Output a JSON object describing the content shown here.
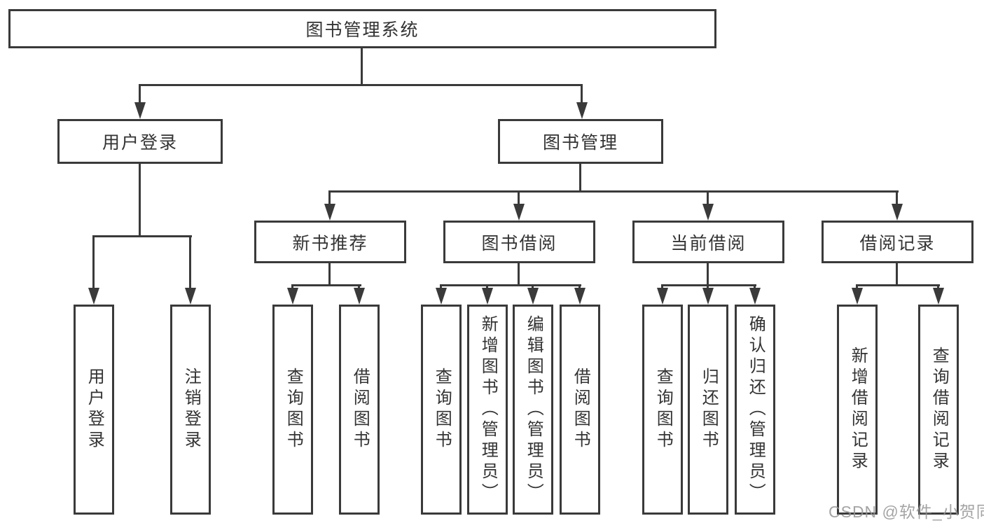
{
  "tree": {
    "root": "图书管理系统",
    "branches": [
      {
        "label": "用户登录",
        "children": [
          "用户登录",
          "注销登录"
        ]
      },
      {
        "label": "图书管理",
        "children": [
          {
            "label": "新书推荐",
            "children": [
              "查询图书",
              "借阅图书"
            ]
          },
          {
            "label": "图书借阅",
            "children": [
              "查询图书",
              "新增图书（管理员）",
              "编辑图书（管理员）",
              "借阅图书"
            ]
          },
          {
            "label": "当前借阅",
            "children": [
              "查询图书",
              "归还图书",
              "确认归还（管理员）"
            ]
          },
          {
            "label": "借阅记录",
            "children": [
              "新增借阅记录",
              "查询借阅记录"
            ]
          }
        ]
      }
    ]
  },
  "watermark": "CSDN @软件_小贺同学",
  "colors": {
    "line": "#3a3a3a",
    "text": "#333333",
    "background": "#ffffff",
    "watermark": "#949494"
  }
}
